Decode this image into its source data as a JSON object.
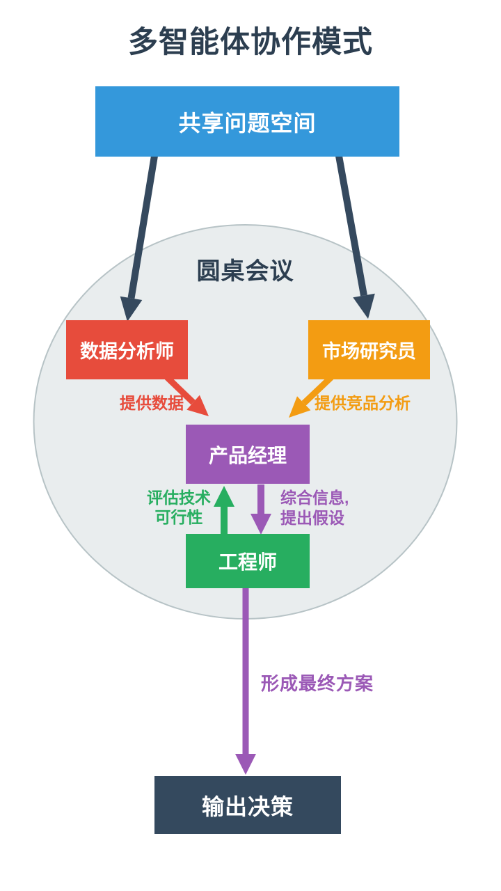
{
  "page": {
    "title": "多智能体协作模式",
    "background_color": "#ffffff",
    "title_color": "#2c3e50"
  },
  "diagram": {
    "roundtable": {
      "label": "圆桌会议",
      "fill_color": "#e9edee",
      "border_color": "#b7c3c6",
      "label_color": "#2c3e50"
    },
    "nodes": {
      "shared_space": {
        "label": "共享问题空间",
        "color": "#3498db",
        "text_color": "#ffffff"
      },
      "data_analyst": {
        "label": "数据分析师",
        "color": "#e74c3c",
        "text_color": "#ffffff"
      },
      "market_researcher": {
        "label": "市场研究员",
        "color": "#f39c12",
        "text_color": "#ffffff"
      },
      "product_manager": {
        "label": "产品经理",
        "color": "#9b59b6",
        "text_color": "#ffffff"
      },
      "engineer": {
        "label": "工程师",
        "color": "#27ae60",
        "text_color": "#ffffff"
      },
      "output_decision": {
        "label": "输出决策",
        "color": "#34495e",
        "text_color": "#ffffff"
      }
    },
    "edges": {
      "shared_to_analyst": {
        "from": "shared_space",
        "to": "data_analyst",
        "color": "#35495e"
      },
      "shared_to_researcher": {
        "from": "shared_space",
        "to": "market_researcher",
        "color": "#35495e"
      },
      "provide_data": {
        "label": "提供数据",
        "from": "data_analyst",
        "to": "product_manager",
        "color": "#e74c3c"
      },
      "provide_competitive_analysis": {
        "label": "提供竞品分析",
        "from": "market_researcher",
        "to": "product_manager",
        "color": "#f39c12"
      },
      "evaluate_feasibility": {
        "label": "评估技术\n可行性",
        "from": "engineer",
        "to": "product_manager",
        "color": "#27ae60"
      },
      "synthesize_hypothesis": {
        "label": "综合信息,\n提出假设",
        "from": "product_manager",
        "to": "engineer",
        "color": "#9b59b6"
      },
      "final_solution": {
        "label": "形成最终方案",
        "from": "engineer",
        "to": "output_decision",
        "color": "#9b59b6"
      }
    }
  }
}
